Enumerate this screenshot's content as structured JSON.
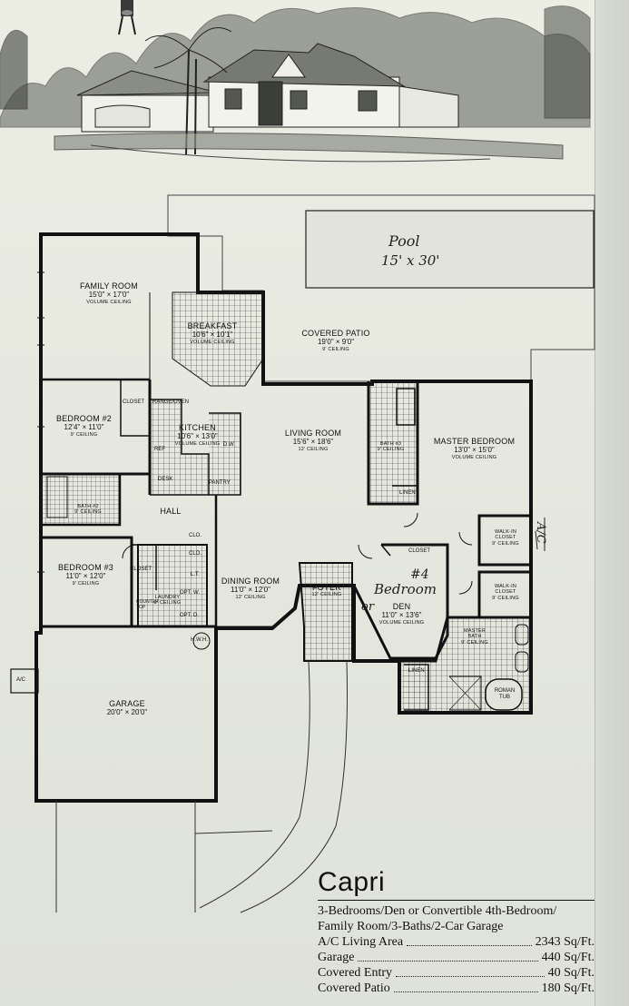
{
  "plan": {
    "model_name": "Capri",
    "description_line1": "3-Bedrooms/Den or Convertible 4th-Bedroom/",
    "description_line2": "Family Room/3-Baths/2-Car Garage",
    "specs": [
      {
        "label": "A/C Living Area",
        "value": "2343 Sq/Ft."
      },
      {
        "label": "Garage",
        "value": "440 Sq/Ft."
      },
      {
        "label": "Covered Entry",
        "value": "40 Sq/Ft."
      },
      {
        "label": "Covered Patio",
        "value": "180 Sq/Ft."
      }
    ]
  },
  "rooms": {
    "family": {
      "name": "FAMILY ROOM",
      "dim": "15'0\" × 17'0\"",
      "ceiling": "VOLUME CEILING"
    },
    "breakfast": {
      "name": "BREAKFAST",
      "dim": "10'6\" × 10'1\"",
      "ceiling": "VOLUME CEILING"
    },
    "patio": {
      "name": "COVERED PATIO",
      "dim": "19'0\" × 9'0\"",
      "ceiling": "9' CEILING"
    },
    "bed2": {
      "name": "BEDROOM #2",
      "dim": "12'4\" × 11'0\"",
      "ceiling": "9' CEILING"
    },
    "kitchen": {
      "name": "KITCHEN",
      "dim": "10'6\" × 13'0\"",
      "ceiling": "VOLUME CEILING"
    },
    "living": {
      "name": "LIVING ROOM",
      "dim": "15'6\" × 18'6\"",
      "ceiling": "12' CEILING"
    },
    "bath3": {
      "name": "BATH #3",
      "ceiling": "9' CEILING"
    },
    "master": {
      "name": "MASTER BEDROOM",
      "dim": "13'0\" × 15'0\"",
      "ceiling": "VOLUME CEILING"
    },
    "bath2": {
      "name": "BATH #2",
      "ceiling": "9' CEILING"
    },
    "hall": {
      "name": "HALL"
    },
    "bed3": {
      "name": "BEDROOM #3",
      "dim": "11'0\" × 12'0\"",
      "ceiling": "9' CEILING"
    },
    "dining": {
      "name": "DINING ROOM",
      "dim": "11'0\" × 12'0\"",
      "ceiling": "12' CEILING"
    },
    "foyer": {
      "name": "FOYER",
      "ceiling": "12' CEILING"
    },
    "den": {
      "name": "DEN",
      "dim": "11'0\" × 13'6\"",
      "ceiling": "VOLUME CEILING"
    },
    "walkin1": {
      "name": "WALK-IN",
      "name2": "CLOSET",
      "ceiling": "9' CEILING"
    },
    "walkin2": {
      "name": "WALK-IN",
      "name2": "CLOSET",
      "ceiling": "9' CEILING"
    },
    "laundry": {
      "name": "LAUNDRY",
      "ceiling": "9' CEILING"
    },
    "masterbath": {
      "name": "MASTER",
      "name2": "BATH",
      "ceiling": "9' CEILING"
    },
    "garage": {
      "name": "GARAGE",
      "dim": "20'0\" × 20'0\""
    }
  },
  "labels": {
    "closet": "CLOSET",
    "range_oven": "RANGE/OVEN",
    "ref": "REF",
    "dw": "D.W.",
    "desk": "DESK",
    "pantry": "PANTRY",
    "linen": "LINEN",
    "clo": "CLO.",
    "lt": "L.T.",
    "opt_w": "OPT. W.",
    "opt_d": "OPT. D.",
    "counter_top": "COUNTER TOP",
    "hwh": "H.W.H.",
    "ac": "A/C",
    "roman_tub": "ROMAN TUB"
  },
  "handwriting": {
    "pool_line1": "Pool",
    "pool_line2": "15' x 30'",
    "bedroom_line1": "#4",
    "bedroom_line2": "Bedroom",
    "bedroom_line3": "or",
    "ac_note": "A/C"
  }
}
